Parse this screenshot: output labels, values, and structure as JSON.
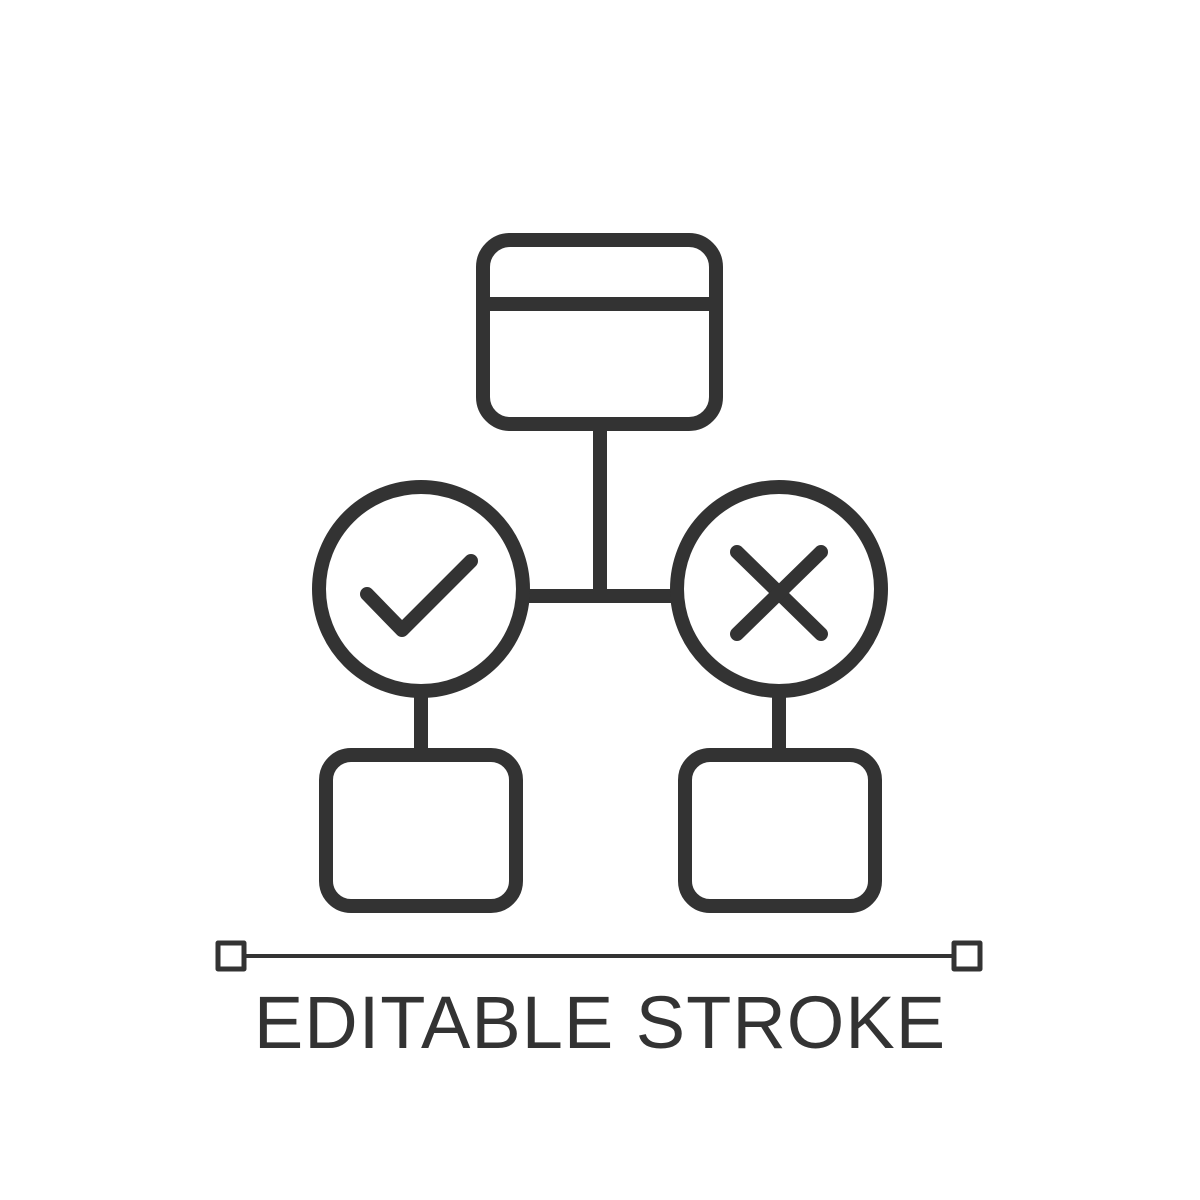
{
  "caption": "EDITABLE STROKE",
  "colors": {
    "background": "#ffffff",
    "stroke": "#333333"
  },
  "icons": [
    "top-card-node",
    "check-circle-icon",
    "cross-circle-icon",
    "left-result-box",
    "right-result-box",
    "stroke-width-line"
  ]
}
